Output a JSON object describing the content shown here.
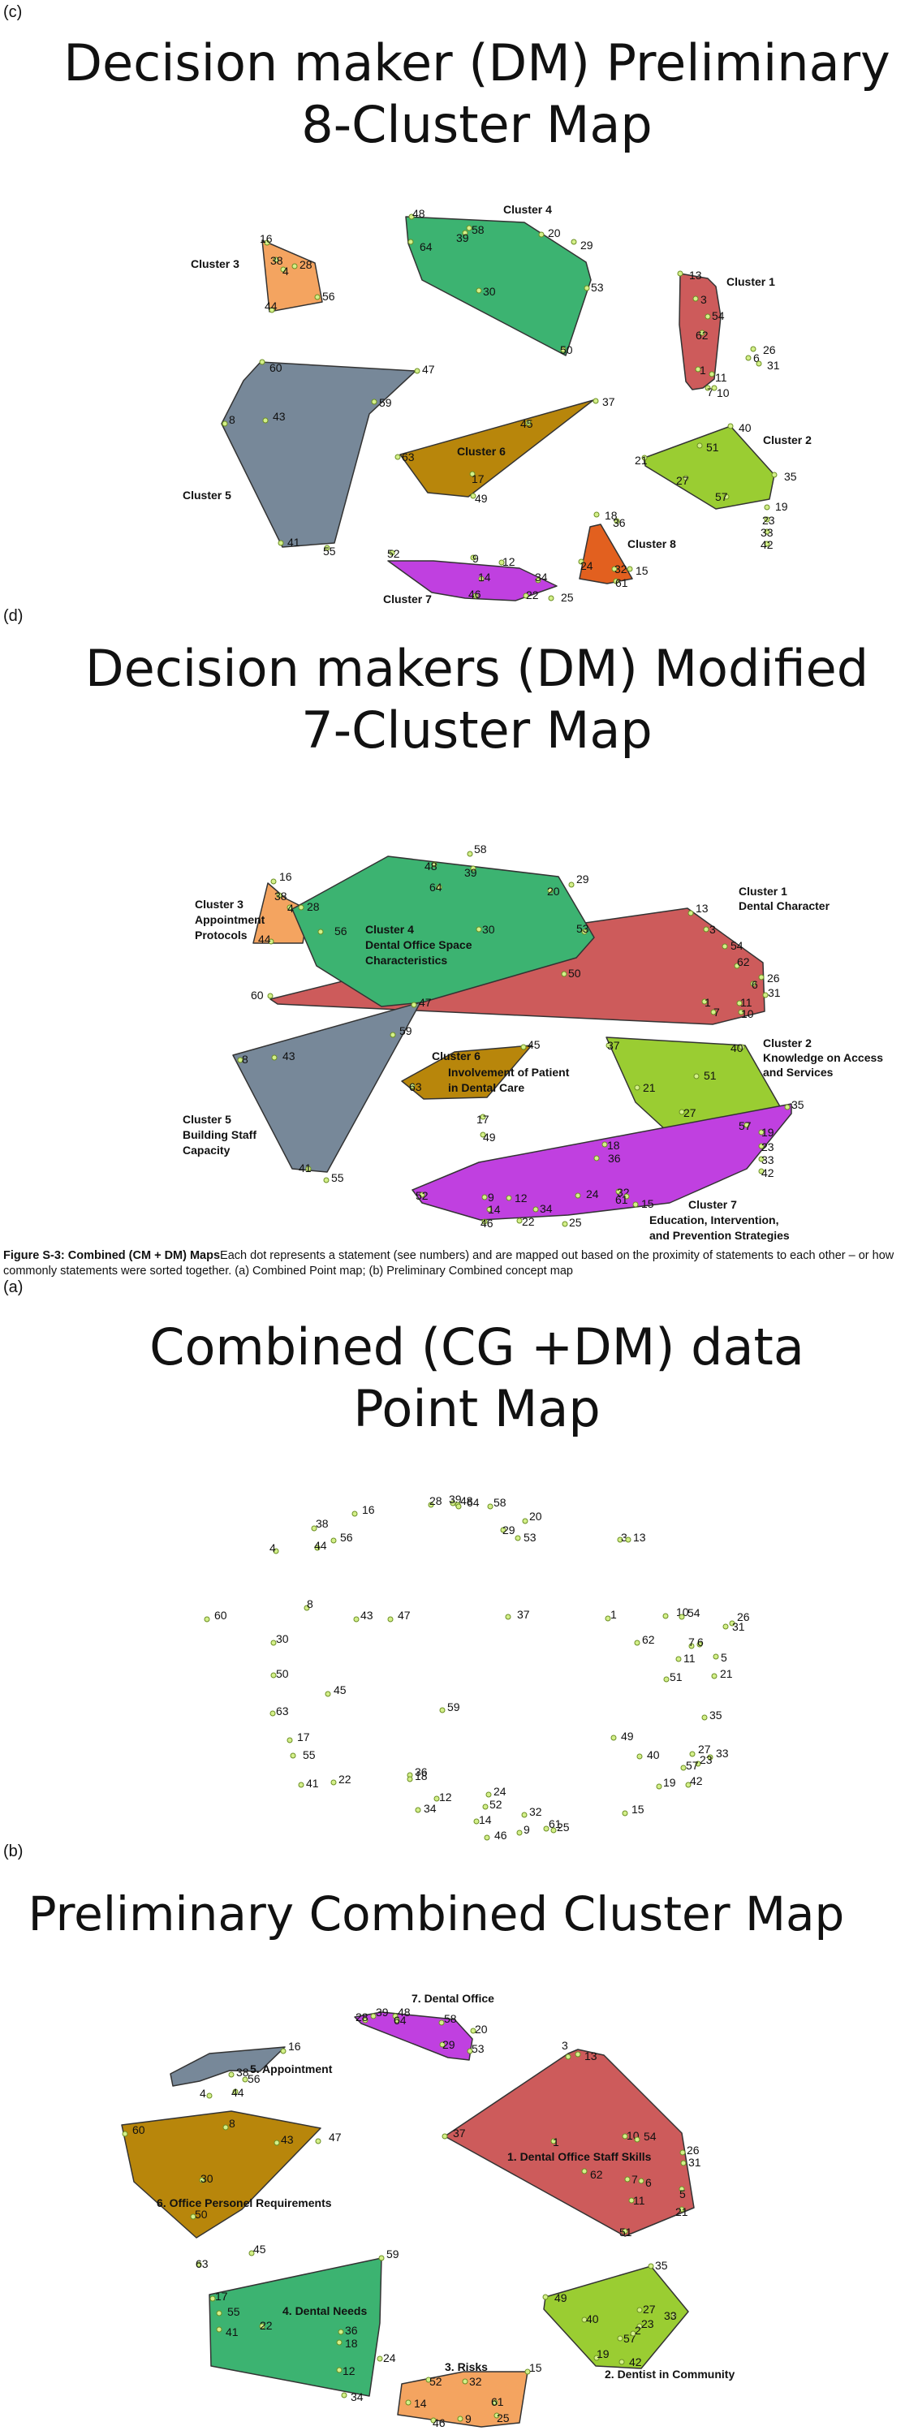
{
  "panel_c": {
    "letter": "(c)",
    "title_line1": "Decision maker (DM) Preliminary",
    "title_line2": "8-Cluster Map",
    "clusters": [
      {
        "name": "Cluster 1",
        "color": "#cd5b5b",
        "points": [
          "13",
          "3",
          "54",
          "62",
          "26",
          "6",
          "31",
          "1",
          "11",
          "7",
          "10"
        ]
      },
      {
        "name": "Cluster 2",
        "color": "#9acd32",
        "points": [
          "40",
          "51",
          "21",
          "27",
          "35",
          "57",
          "19",
          "23",
          "33",
          "42"
        ]
      },
      {
        "name": "Cluster 3",
        "color": "#f4a460",
        "points": [
          "16",
          "38",
          "4",
          "28",
          "56",
          "44"
        ]
      },
      {
        "name": "Cluster 4",
        "color": "#3cb371",
        "points": [
          "48",
          "39",
          "58",
          "20",
          "29",
          "64",
          "30",
          "53",
          "50"
        ]
      },
      {
        "name": "Cluster 5",
        "color": "#778899",
        "points": [
          "60",
          "47",
          "59",
          "8",
          "43",
          "41",
          "55"
        ]
      },
      {
        "name": "Cluster 6",
        "color": "#b8860b",
        "points": [
          "37",
          "45",
          "63",
          "17",
          "49"
        ]
      },
      {
        "name": "Cluster 7",
        "color": "#c040e0",
        "points": [
          "52",
          "9",
          "12",
          "14",
          "34",
          "46",
          "22",
          "25"
        ]
      },
      {
        "name": "Cluster 8",
        "color": "#e2601f",
        "points": [
          "18",
          "36",
          "24",
          "32",
          "15",
          "61"
        ]
      }
    ]
  },
  "panel_d": {
    "letter": "(d)",
    "title_line1": "Decision makers (DM) Modified",
    "title_line2": "7-Cluster Map",
    "clusters": [
      {
        "name": "Cluster 1",
        "label": "Dental Character",
        "color": "#cd5b5b"
      },
      {
        "name": "Cluster 2",
        "label_lines": [
          "Knowledge on Access",
          "and Services"
        ],
        "color": "#9acd32"
      },
      {
        "name": "Cluster 3",
        "label_lines": [
          "Appointment",
          "Protocols"
        ],
        "color": "#f4a460"
      },
      {
        "name": "Cluster 4",
        "label_lines": [
          "Dental Office Space",
          "Characteristics"
        ],
        "color": "#3cb371"
      },
      {
        "name": "Cluster 5",
        "label_lines": [
          "Building Staff",
          "Capacity"
        ],
        "color": "#778899"
      },
      {
        "name": "Cluster 6",
        "label_lines": [
          "Involvement of Patient",
          "in Dental Care"
        ],
        "color": "#b8860b"
      },
      {
        "name": "Cluster 7",
        "label_lines": [
          "Education, Intervention,",
          "and Prevention Strategies"
        ],
        "color": "#c040e0"
      }
    ]
  },
  "caption": {
    "bold": "Figure S-3: Combined (CM + DM) Maps",
    "text": "Each dot represents a statement (see numbers) and are mapped out based on the proximity of statements to each other – or how commonly statements were sorted together. (a) Combined Point map; (b) Preliminary Combined concept map"
  },
  "panel_a": {
    "letter": "(a)",
    "title_line1": "Combined (CG +DM) data",
    "title_line2": "Point Map"
  },
  "panel_b": {
    "letter": "(b)",
    "title": "Preliminary Combined Cluster Map",
    "clusters": [
      {
        "label": "1.   Dental Office Staff Skills",
        "color": "#cd5b5b"
      },
      {
        "label": "2.   Dentist in Community",
        "color": "#9acd32"
      },
      {
        "label": "3.   Risks",
        "color": "#f4a460"
      },
      {
        "label": "4.   Dental Needs",
        "color": "#3cb371"
      },
      {
        "label": "5.   Appointment",
        "color": "#778899"
      },
      {
        "label": "6.   Office Personel Requirements",
        "color": "#b8860b"
      },
      {
        "label": "7.   Dental Office",
        "color": "#c040e0"
      }
    ]
  },
  "colors": {
    "point_fill": "#d4f08a",
    "point_stroke": "#6b8e23",
    "outline": "#333333"
  }
}
